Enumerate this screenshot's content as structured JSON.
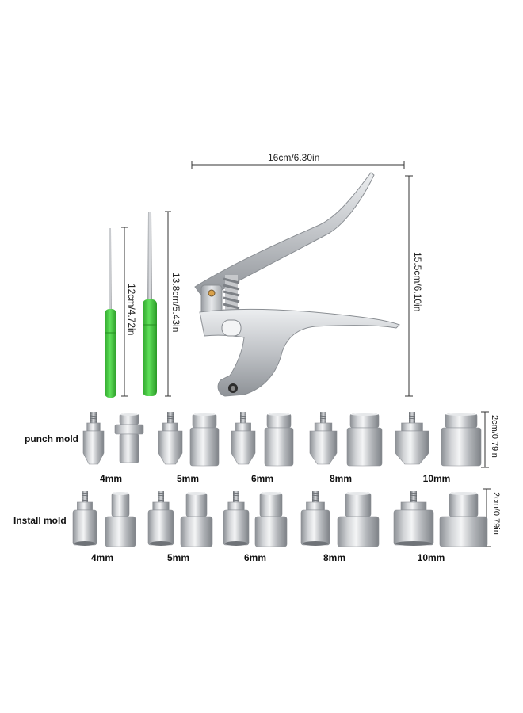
{
  "dimensions": {
    "pliers_width": "16cm/6.30in",
    "pliers_height": "15.5cm/6.10in",
    "awl_length": "12cm/4.72in",
    "screwdriver_length": "13.8cm/5.43in",
    "punch_mold_height": "2cm/0.79in",
    "install_mold_height": "2cm/0.79in"
  },
  "rows": {
    "punch_label": "punch mold",
    "install_label": "Install mold"
  },
  "punch_sizes": [
    "4mm",
    "5mm",
    "6mm",
    "8mm",
    "10mm"
  ],
  "install_sizes": [
    "4mm",
    "5mm",
    "6mm",
    "8mm",
    "10mm"
  ],
  "colors": {
    "handle_green": "#3ec63a",
    "metal": "#c9cbce"
  }
}
